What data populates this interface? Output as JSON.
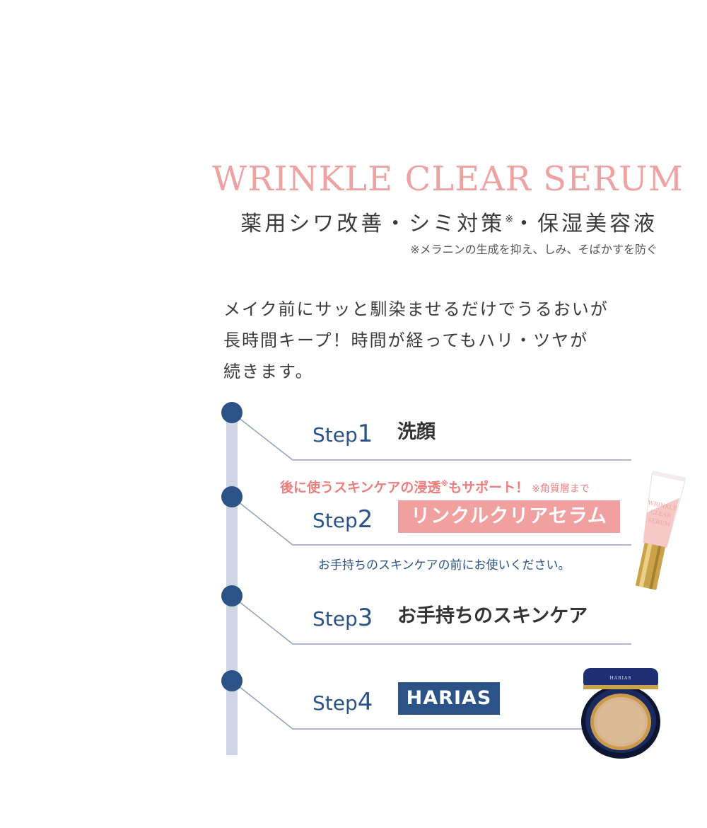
{
  "header": {
    "title": "WRINKLE CLEAR SERUM",
    "subtitle": "薬用シワ改善・シミ対策",
    "subtitle_mark": "※",
    "subtitle_end": "・保湿美容液",
    "note": "※メラニンの生成を抑え、しみ、そばかすを防ぐ"
  },
  "description": {
    "lines": [
      "メイク前にサッと馴染ませるだけでうるおいが",
      "長時間キープ！時間が経ってもハリ・ツヤが",
      "続きます。"
    ]
  },
  "steps": [
    {
      "label": "Step",
      "num": "1",
      "text": "洗顔"
    },
    {
      "label": "Step",
      "num": "2",
      "text": "リンクルクリアセラム"
    },
    {
      "label": "Step",
      "num": "3",
      "text": "お手持ちのスキンケア"
    },
    {
      "label": "Step",
      "num": "4",
      "text": "HARIAS"
    }
  ],
  "support": {
    "main": "後に使うスキンケアの浸透",
    "mark": "※",
    "main_end": "もサポート！",
    "sub": "※角質層まで"
  },
  "before_text": "お手持ちのスキンケアの前にお使いください。",
  "product_images": {
    "tube_text": "WRINKLE CLEAR SERUM",
    "cushion_text": "HARIAS"
  },
  "colors": {
    "navy": "#2c5388",
    "pink": "#f1a0a0",
    "title_pink": "#eea3a3",
    "rail": "#cdd6e2"
  }
}
